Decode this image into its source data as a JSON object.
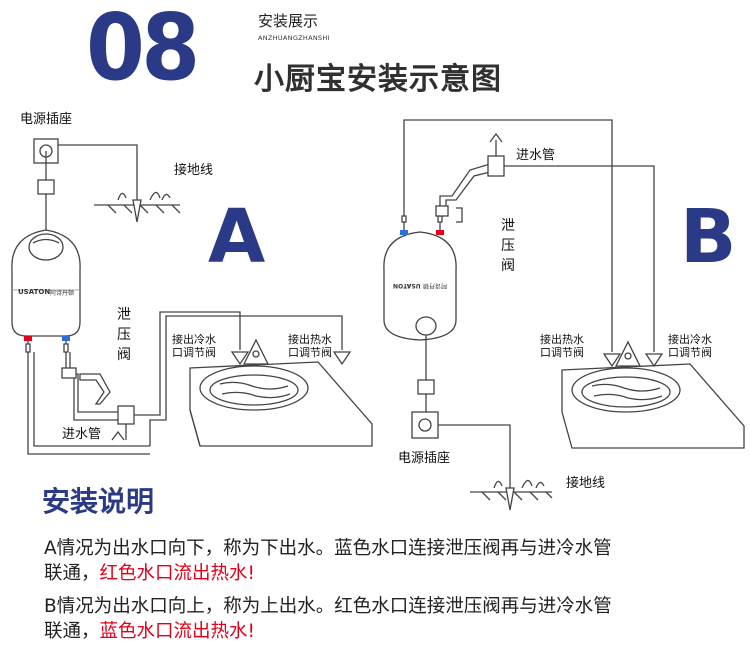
{
  "header": {
    "number": "08",
    "subtitle_cn": "安装展示",
    "subtitle_en": "ANZHUANGZHANSHI",
    "title": "小厨宝安装示意图"
  },
  "diagram_a": {
    "letter": "A",
    "power_socket": "电源插座",
    "ground_wire": "接地线",
    "relief_valve": [
      "泄",
      "压",
      "阀"
    ],
    "inlet_pipe": "进水管",
    "cold_valve": [
      "接出冷水",
      "口调节阀"
    ],
    "hot_valve": [
      "接出热水",
      "口调节阀"
    ],
    "heater_brand": "USATON",
    "heater_brand_cn": "阿诗丹顿"
  },
  "diagram_b": {
    "letter": "B",
    "power_socket": "电源插座",
    "ground_wire": "接地线",
    "relief_valve": [
      "泄",
      "压",
      "阀"
    ],
    "inlet_pipe": "进水管",
    "hot_valve": [
      "接出热水",
      "口调节阀"
    ],
    "cold_valve": [
      "接出冷水",
      "口调节阀"
    ],
    "heater_brand": "USATON",
    "heater_brand_cn": "阿诗丹顿"
  },
  "instructions": {
    "title": "安装说明",
    "a_text": "A情况为出水口向下，称为下出水。蓝色水口连接泄压阀再与进冷水管",
    "a_text2": "联通，",
    "a_red": "红色水口流出热水!",
    "b_text": "B情况为出水口向上，称为上出水。红色水口连接泄压阀再与进冷水管",
    "b_text2": "联通，",
    "b_red": "蓝色水口流出热水!"
  },
  "colors": {
    "brand_blue": "#2b3a86",
    "warning_red": "#e2001a",
    "line": "#444444"
  }
}
